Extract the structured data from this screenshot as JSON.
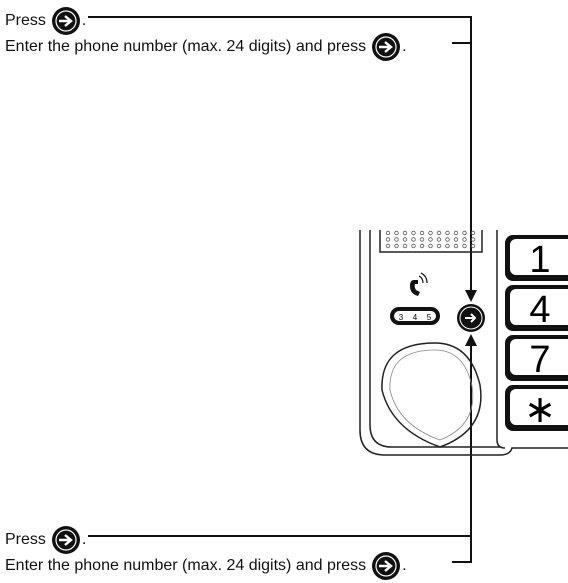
{
  "instructions_top": {
    "line1": {
      "text": "Press",
      "suffix": "."
    },
    "line2": {
      "text": "Enter the phone number (max. 24 digits) and press",
      "suffix": "."
    }
  },
  "instructions_bottom": {
    "line1": {
      "text": "Press",
      "suffix": "."
    },
    "line2": {
      "text": "Enter the phone number (max. 24 digits) and press",
      "suffix": "."
    }
  },
  "phone": {
    "slider_labels": [
      "3",
      "4",
      "5"
    ],
    "keypad_keys": [
      "1",
      "4",
      "7",
      "∗"
    ]
  },
  "icons": {
    "dial_button": "dial-arrow-icon",
    "handset": "handset-icon"
  }
}
